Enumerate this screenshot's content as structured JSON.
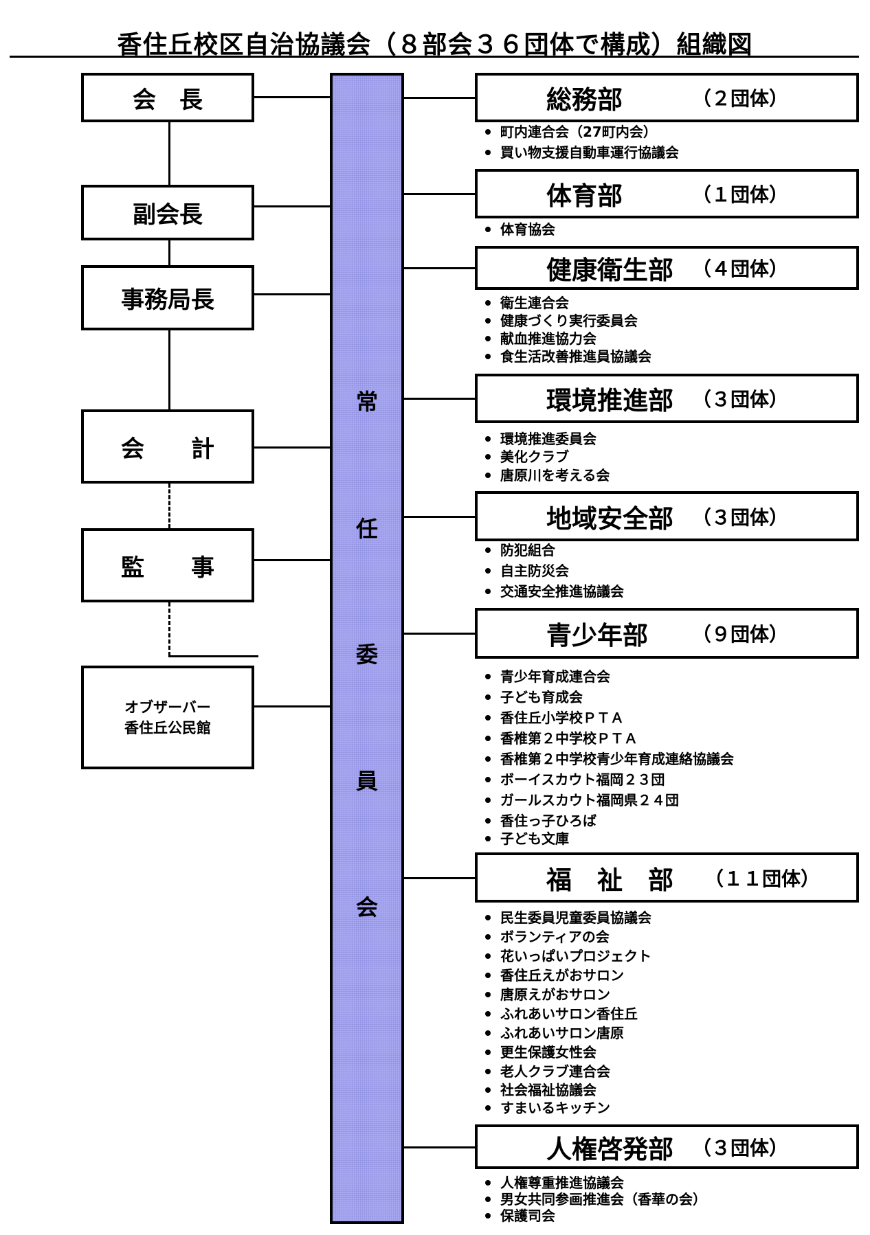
{
  "title": "香住丘校区自治協議会（８部会３６団体で構成）組織図",
  "left_boxes": [
    {
      "label": "会　長"
    },
    {
      "label": "副会長"
    },
    {
      "label": "事務局長"
    },
    {
      "label": "会　　計"
    },
    {
      "label": "監　　事"
    },
    {
      "label_line1": "オブザーバー",
      "label_line2": "香住丘公民館"
    }
  ],
  "committee": {
    "chars": [
      "常",
      "任",
      "委",
      "員",
      "会"
    ],
    "color": "#a9a9f2"
  },
  "departments": [
    {
      "name": "総務部",
      "count": "（２団体）",
      "items": [
        "町内連合会（27町内会）",
        "買い物支援自動車運行協議会"
      ]
    },
    {
      "name": "体育部",
      "count": "（１団体）",
      "items": [
        "体育協会"
      ]
    },
    {
      "name": "健康衛生部",
      "count": "（４団体）",
      "items": [
        "衛生連合会",
        "健康づくり実行委員会",
        "献血推進協力会",
        "食生活改善推進員協議会"
      ]
    },
    {
      "name": "環境推進部",
      "count": "（３団体）",
      "items": [
        "環境推進委員会",
        "美化クラブ",
        "唐原川を考える会"
      ]
    },
    {
      "name": "地域安全部",
      "count": "（３団体）",
      "items": [
        "防犯組合",
        "自主防災会",
        "交通安全推進協議会"
      ]
    },
    {
      "name": "青少年部",
      "count": "（９団体）",
      "items": [
        "青少年育成連合会",
        "子ども育成会",
        "香住丘小学校ＰＴＡ",
        "香椎第２中学校ＰＴＡ",
        "香椎第２中学校青少年育成連絡協議会",
        "ボーイスカウト福岡２３団",
        "ガールスカウト福岡県２４団",
        "香住っ子ひろば",
        "子ども文庫"
      ]
    },
    {
      "name": "福　祉　部",
      "count": "（１１団体）",
      "items": [
        "民生委員児童委員協議会",
        "ボランティアの会",
        "花いっぱいプロジェクト",
        "香住丘えがおサロン",
        "唐原えがおサロン",
        "ふれあいサロン香住丘",
        "ふれあいサロン唐原",
        "更生保護女性会",
        "老人クラブ連合会",
        "社会福祉協議会",
        "すまいるキッチン"
      ]
    },
    {
      "name": "人権啓発部",
      "count": "（３団体）",
      "items": [
        "人権尊重推進協議会",
        "男女共同参画推進会（香華の会）",
        "保護司会"
      ]
    }
  ]
}
